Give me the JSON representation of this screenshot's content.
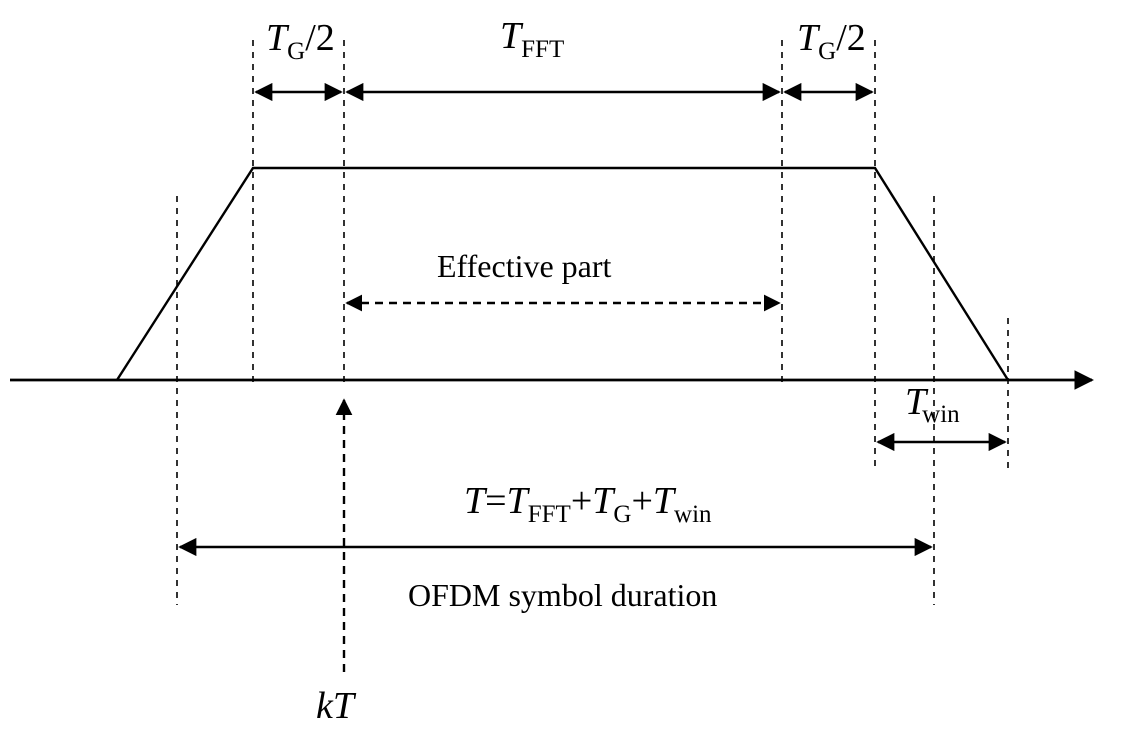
{
  "labels": {
    "tg_half_left": {
      "main": "T",
      "sub": "G",
      "tail": "/2"
    },
    "t_fft": {
      "main": "T",
      "sub": "FFT"
    },
    "tg_half_right": {
      "main": "T",
      "sub": "G",
      "tail": "/2"
    },
    "effective_part": "Effective part",
    "t_win": {
      "main": "T",
      "sub": "win"
    },
    "formula": {
      "lhs": "T",
      "eq": "=",
      "t1": "T",
      "s1": "FFT",
      "plus1": "+",
      "t2": "T",
      "s2": "G",
      "plus2": "+",
      "t3": "T",
      "s3": "win"
    },
    "ofdm_symbol_duration": "OFDM symbol duration",
    "kt": "kT"
  },
  "colors": {
    "stroke": "#000000",
    "background": "#ffffff"
  }
}
